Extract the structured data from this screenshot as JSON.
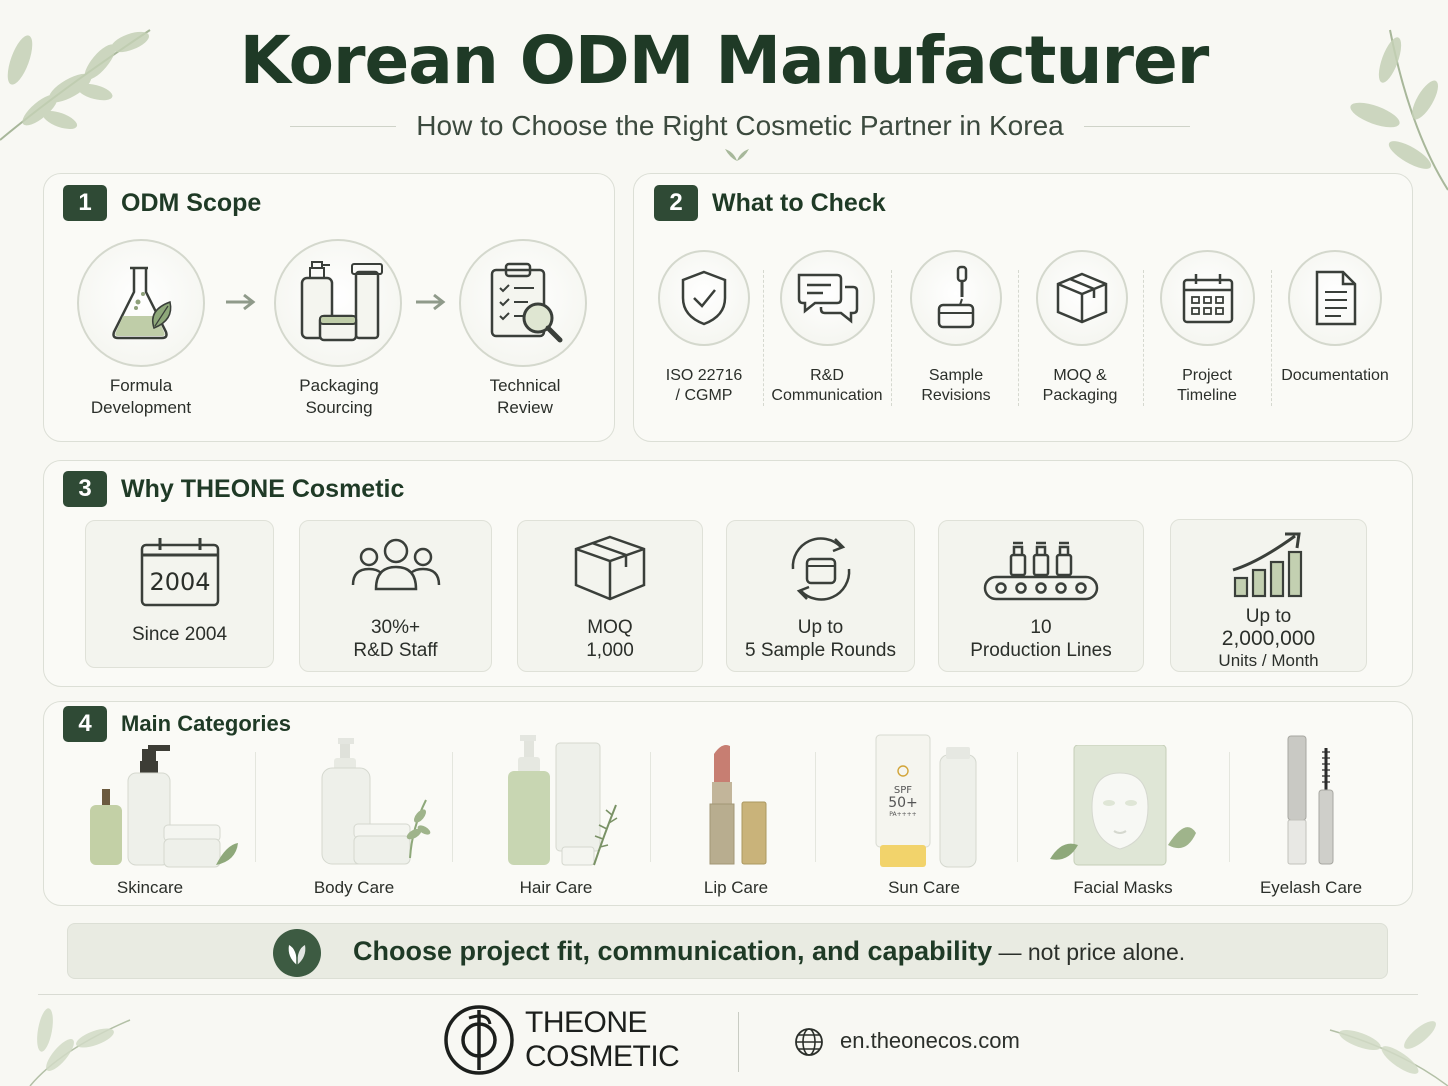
{
  "header": {
    "title": "Korean ODM Manufacturer",
    "subtitle": "How to Choose the Right Cosmetic Partner in Korea"
  },
  "sections": {
    "scope": {
      "number": "1",
      "title": "ODM Scope",
      "items": [
        {
          "label": "Formula\nDevelopment",
          "icon": "flask-leaf-icon"
        },
        {
          "label": "Packaging\nSourcing",
          "icon": "bottles-icon"
        },
        {
          "label": "Technical\nReview",
          "icon": "clipboard-magnifier-icon"
        }
      ]
    },
    "check": {
      "number": "2",
      "title": "What to Check",
      "items": [
        {
          "label": "ISO 22716\n/ CGMP",
          "icon": "shield-check-icon"
        },
        {
          "label": "R&D\nCommunication",
          "icon": "chat-bubbles-icon"
        },
        {
          "label": "Sample\nRevisions",
          "icon": "dropper-jar-icon"
        },
        {
          "label": "MOQ &\nPackaging",
          "icon": "box-icon"
        },
        {
          "label": "Project\nTimeline",
          "icon": "calendar-icon"
        },
        {
          "label": "Documentation",
          "icon": "document-icon"
        }
      ]
    },
    "why": {
      "number": "3",
      "title": "Why THEONE Cosmetic",
      "calendar_year": "2004",
      "items": [
        {
          "label": "Since 2004",
          "icon": "calendar-year-icon"
        },
        {
          "label": "30%+\nR&D Staff",
          "icon": "people-icon"
        },
        {
          "label": "MOQ\n1,000",
          "icon": "box-icon"
        },
        {
          "label": "Up to\n5 Sample Rounds",
          "icon": "cycle-jar-icon"
        },
        {
          "label": "10\nProduction Lines",
          "icon": "conveyor-icon"
        },
        {
          "label": "Up to\n2,000,000\nUnits / Month",
          "icon": "growth-chart-icon"
        }
      ]
    },
    "categories": {
      "number": "4",
      "title": "Main Categories",
      "items": [
        {
          "label": "Skincare"
        },
        {
          "label": "Body Care"
        },
        {
          "label": "Hair Care"
        },
        {
          "label": "Lip Care"
        },
        {
          "label": "Sun Care",
          "product_text": "SPF\n50+\nPA++++"
        },
        {
          "label": "Facial Masks"
        },
        {
          "label": "Eyelash Care"
        }
      ]
    }
  },
  "banner": {
    "bold": "Choose project fit, communication, and capability",
    "rest": " — not price alone.",
    "icon": "leaf-icon"
  },
  "footer": {
    "brand_line1": "THEONE",
    "brand_line2": "COSMETIC",
    "url": "en.theonecos.com",
    "icon": "globe-icon"
  },
  "colors": {
    "primary": "#1f3a26",
    "badge": "#2f4a35",
    "sage": "#b9c9a4",
    "background": "#f8f8f3"
  }
}
